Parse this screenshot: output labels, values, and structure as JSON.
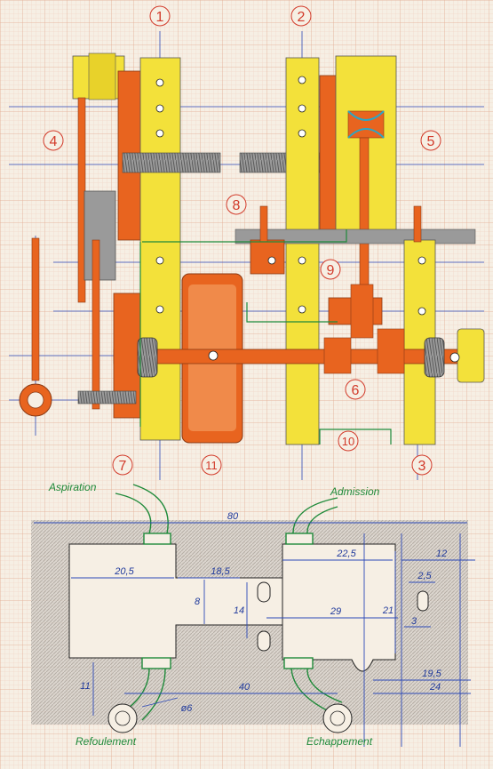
{
  "colors": {
    "paper": "#f6efe4",
    "grid": "#e9b79e",
    "yellow": "#f3e13a",
    "orange": "#e8641f",
    "gray": "#8f8f8f",
    "blue": "#2c49b8",
    "red": "#d23a2a",
    "green": "#1f8a3a"
  },
  "part_numbers": [
    "1",
    "2",
    "4",
    "5",
    "8",
    "9",
    "6",
    "10",
    "7",
    "11",
    "3"
  ],
  "dimensions": {
    "d80": "80",
    "d12": "12",
    "d20_5": "20,5",
    "d18_5": "18,5",
    "d22_5": "22,5",
    "d8": "8",
    "d14": "14",
    "d29": "29",
    "d21": "21",
    "d2_5": "2,5",
    "d3": "3",
    "d19_5": "19,5",
    "d11": "11",
    "d40": "40",
    "d24": "24",
    "phi6": "ø6"
  },
  "port_labels": {
    "aspiration": "Aspiration",
    "admission": "Admission",
    "refoulement": "Refoulement",
    "echappement": "Echappement"
  }
}
